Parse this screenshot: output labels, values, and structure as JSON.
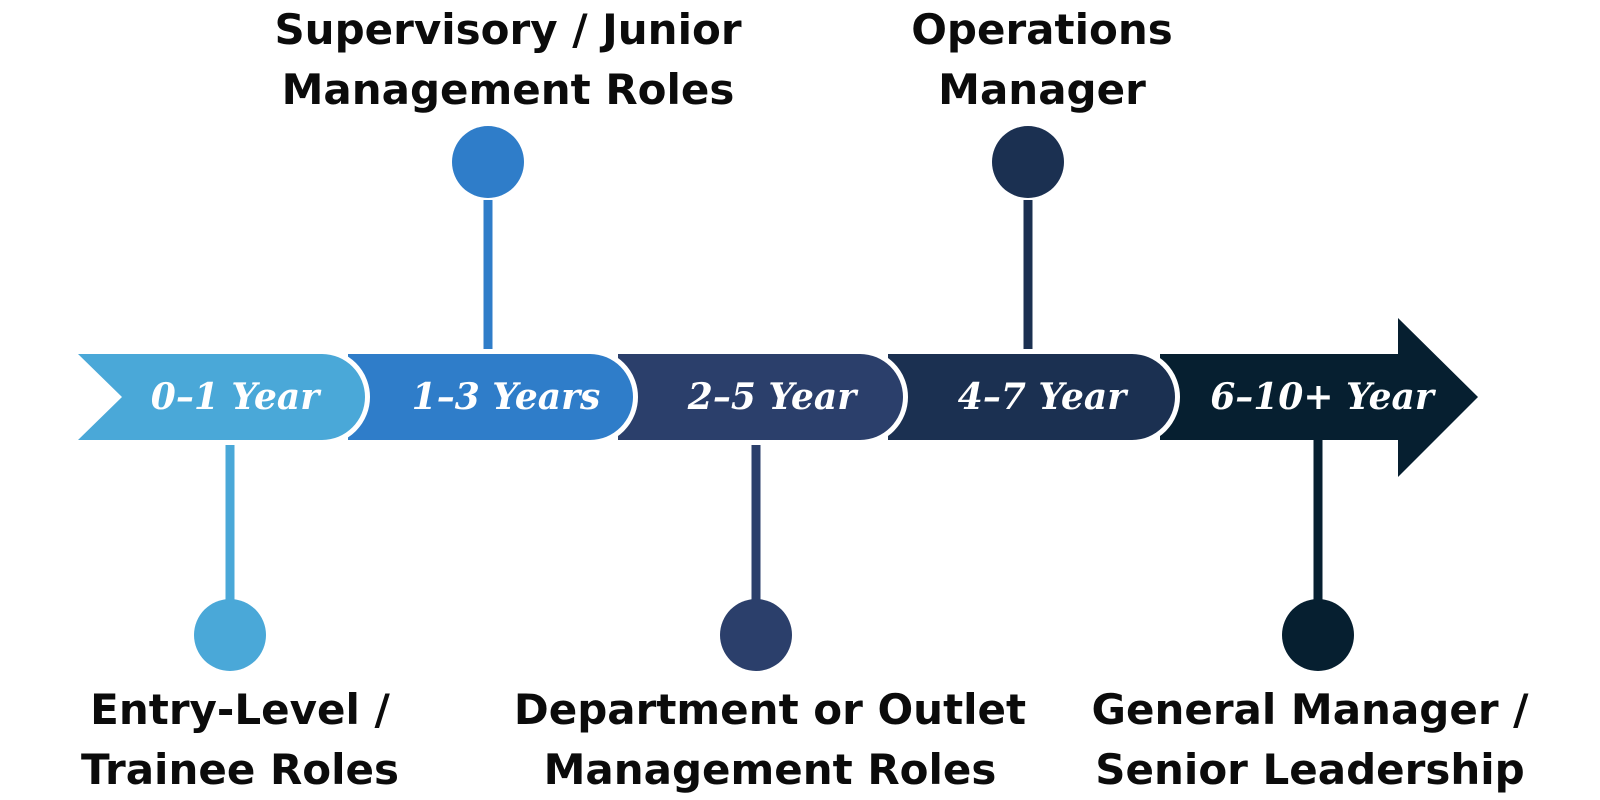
{
  "stages": [
    {
      "period": "0–1 Year",
      "role_lines": [
        "Entry-Level /",
        "Trainee Roles"
      ],
      "color": "#4AA8D8",
      "side": "below"
    },
    {
      "period": "1–3 Years",
      "role_lines": [
        "Supervisory / Junior",
        "Management Roles"
      ],
      "color": "#2F7DC9",
      "side": "above"
    },
    {
      "period": "2–5 Year",
      "role_lines": [
        "Department or Outlet",
        "Management Roles"
      ],
      "color": "#2B3F6B",
      "side": "below"
    },
    {
      "period": "4–7 Year",
      "role_lines": [
        "Operations",
        "Manager"
      ],
      "color": "#1B3051",
      "side": "above"
    },
    {
      "period": "6–10+ Year",
      "role_lines": [
        "General Manager /",
        "Senior Leadership"
      ],
      "color": "#061F30",
      "side": "below"
    }
  ]
}
